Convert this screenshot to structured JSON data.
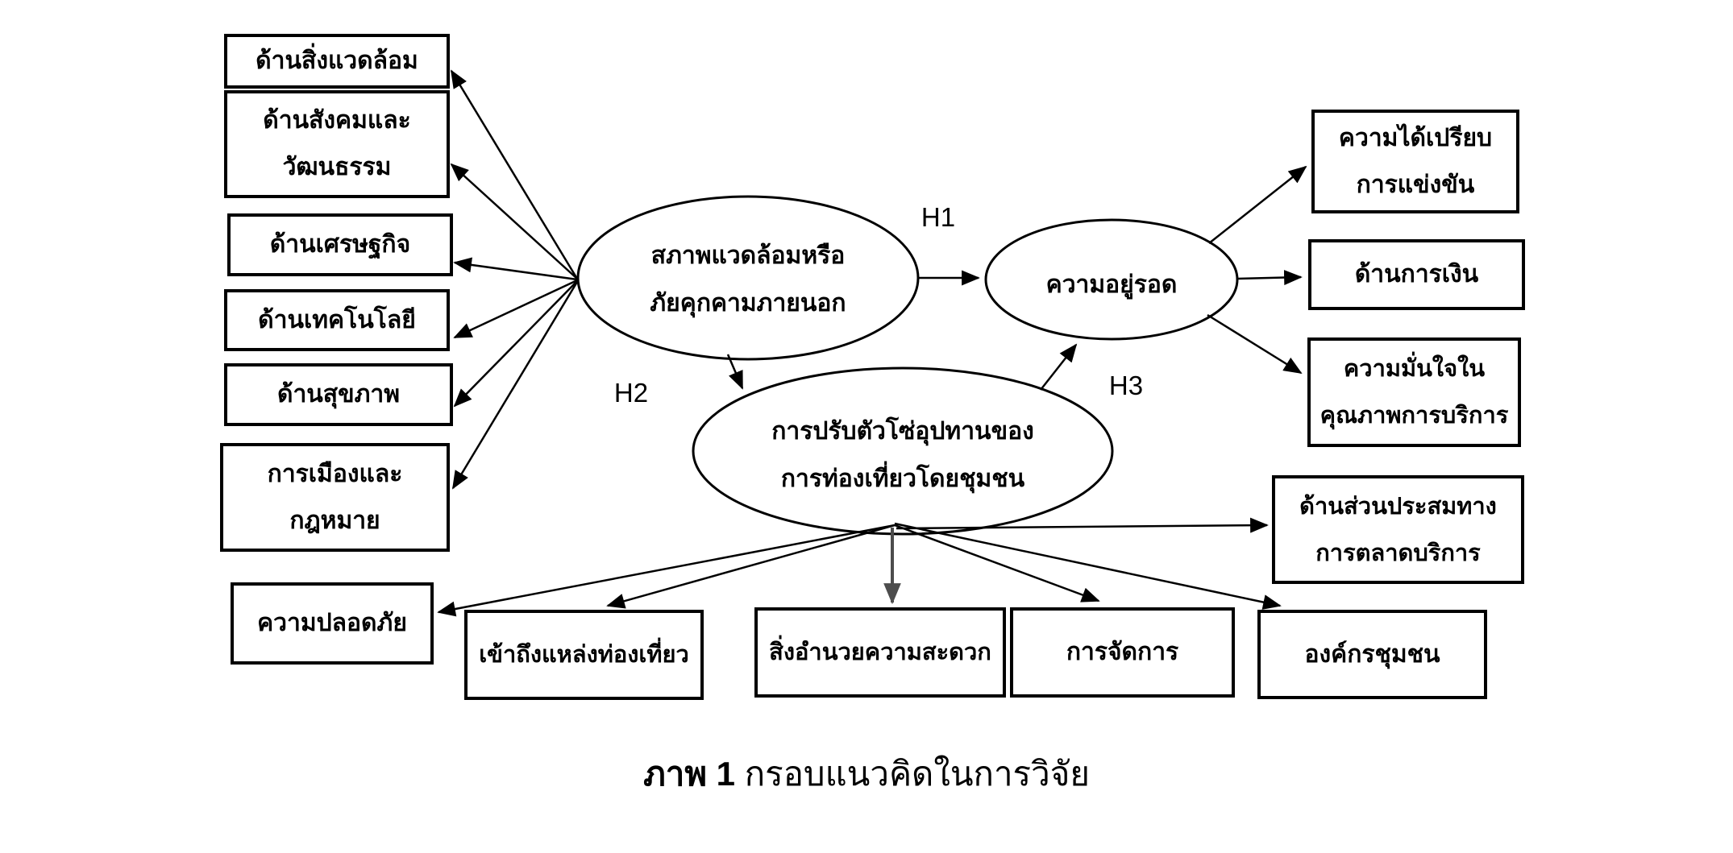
{
  "figure": {
    "caption": {
      "figure_label": "ภาพ 1",
      "title": "กรอบแนวคิดในการวิจัย"
    },
    "hypotheses": {
      "h1": "H1",
      "h2": "H2",
      "h3": "H3"
    },
    "latent": {
      "external_threat": {
        "line1": "สภาพแวดล้อมหรือ",
        "line2": "ภัยคุกคามภายนอก"
      },
      "survival": {
        "label": "ความอยู่รอด"
      },
      "adaptation": {
        "line1": "การปรับตัวโซ่อุปทานของ",
        "line2": "การท่องเที่ยวโดยชุมชน"
      }
    },
    "threat_indicators": {
      "environment": {
        "label": "ด้านสิ่งแวดล้อม"
      },
      "social_culture": {
        "line1": "ด้านสังคมและ",
        "line2": "วัฒนธรรม"
      },
      "economic": {
        "label": "ด้านเศรษฐกิจ"
      },
      "technology": {
        "label": "ด้านเทคโนโลยี"
      },
      "health": {
        "label": "ด้านสุขภาพ"
      },
      "politics_law": {
        "line1": "การเมืองและ",
        "line2": "กฎหมาย"
      }
    },
    "adaptation_indicators": {
      "safety": {
        "label": "ความปลอดภัย"
      },
      "access": {
        "label": "เข้าถึงแหล่งท่องเที่ยว"
      },
      "facilities": {
        "label": "สิ่งอำนวยความสะดวก"
      },
      "management": {
        "label": "การจัดการ"
      },
      "community_org": {
        "label": "องค์กรชุมชน"
      },
      "marketing_mix": {
        "line1": "ด้านส่วนประสมทาง",
        "line2": "การตลาดบริการ"
      }
    },
    "survival_indicators": {
      "competitive_advantage": {
        "line1": "ความได้เปรียบ",
        "line2": "การแข่งขัน"
      },
      "financial": {
        "label": "ด้านการเงิน"
      },
      "service_quality_confidence": {
        "line1": "ความมั่นใจใน",
        "line2": "คุณภาพการบริการ"
      }
    },
    "colors": {
      "stroke": "#000000",
      "facility_arrow": "#4d4d4d",
      "background": "#ffffff"
    }
  }
}
